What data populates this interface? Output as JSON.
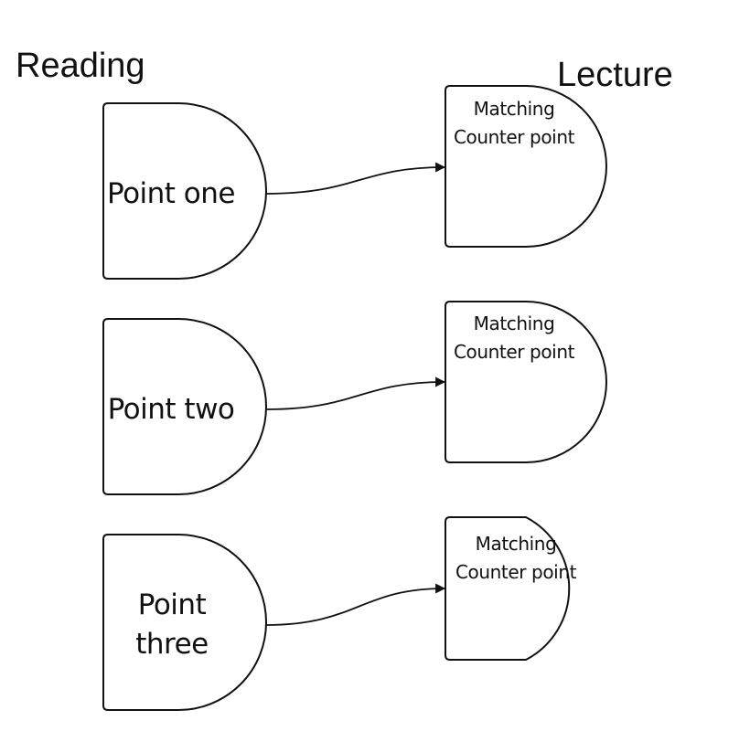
{
  "headings": {
    "reading": "Reading",
    "lecture": "Lecture"
  },
  "reading_points": [
    {
      "lines": [
        "Point one"
      ]
    },
    {
      "lines": [
        "Point two"
      ]
    },
    {
      "lines": [
        "Point",
        "three"
      ]
    }
  ],
  "lecture_points": [
    {
      "lines": [
        "Matching",
        "Counter point"
      ]
    },
    {
      "lines": [
        "Matching",
        "Counter point"
      ]
    },
    {
      "lines": [
        "Matching",
        "Counter point"
      ]
    }
  ],
  "connections": [
    {
      "from": 0,
      "to": 0
    },
    {
      "from": 1,
      "to": 1
    },
    {
      "from": 2,
      "to": 2
    }
  ]
}
